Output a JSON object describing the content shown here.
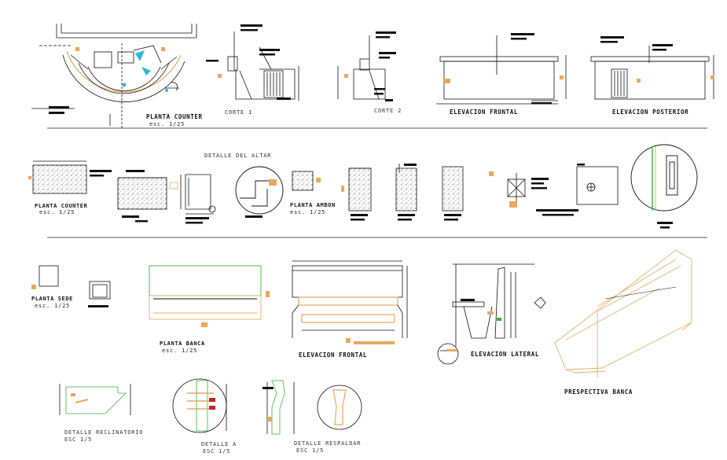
{
  "labels": {
    "planta_counter_top": "PLANTA COUNTER",
    "esc_125_a": "esc. 1/25",
    "corte1": "CORTE 1",
    "corte2": "CORTE 2",
    "elev_frontal_top": "ELEVACION FRONTAL",
    "elev_posterior": "ELEVACION POSTERIOR",
    "detalle_altar": "DETALLE DEL ALTAR",
    "planta_counter_mid": "PLANTA COUNTER",
    "esc_125_b": "esc. 1/25",
    "planta_ambon": "PLANTA AMBON",
    "esc_125_c": "esc. 1/25",
    "planta_sede": "PLANTA SEDE",
    "esc_125_d": "esc. 1/25",
    "planta_banca": "PLANTA BANCA",
    "esc_125_e": "esc. 1/25",
    "elev_frontal_bottom": "ELEVACION FRONTAL",
    "elev_lateral": "ELEVACION LATERAL",
    "perspectiva_banca": "PRESPECTIVA BANCA",
    "detalle_reclinatorio": "DETALLE RECLINATORIO",
    "esc_15_a": "ESC 1/5",
    "detalle_a": "DETALLE A",
    "esc_15_b": "ESC 1/5",
    "detalle_respaldar": "DETALLE RESPALDAR",
    "esc_15_c": "ESC 1/5"
  },
  "colors": {
    "line": "#111111",
    "orange": "#e8a860",
    "green": "#3cb43c",
    "cyan": "#30b8d8",
    "red": "#cc2020",
    "hatch": "#555555",
    "tan": "#e0b070"
  }
}
